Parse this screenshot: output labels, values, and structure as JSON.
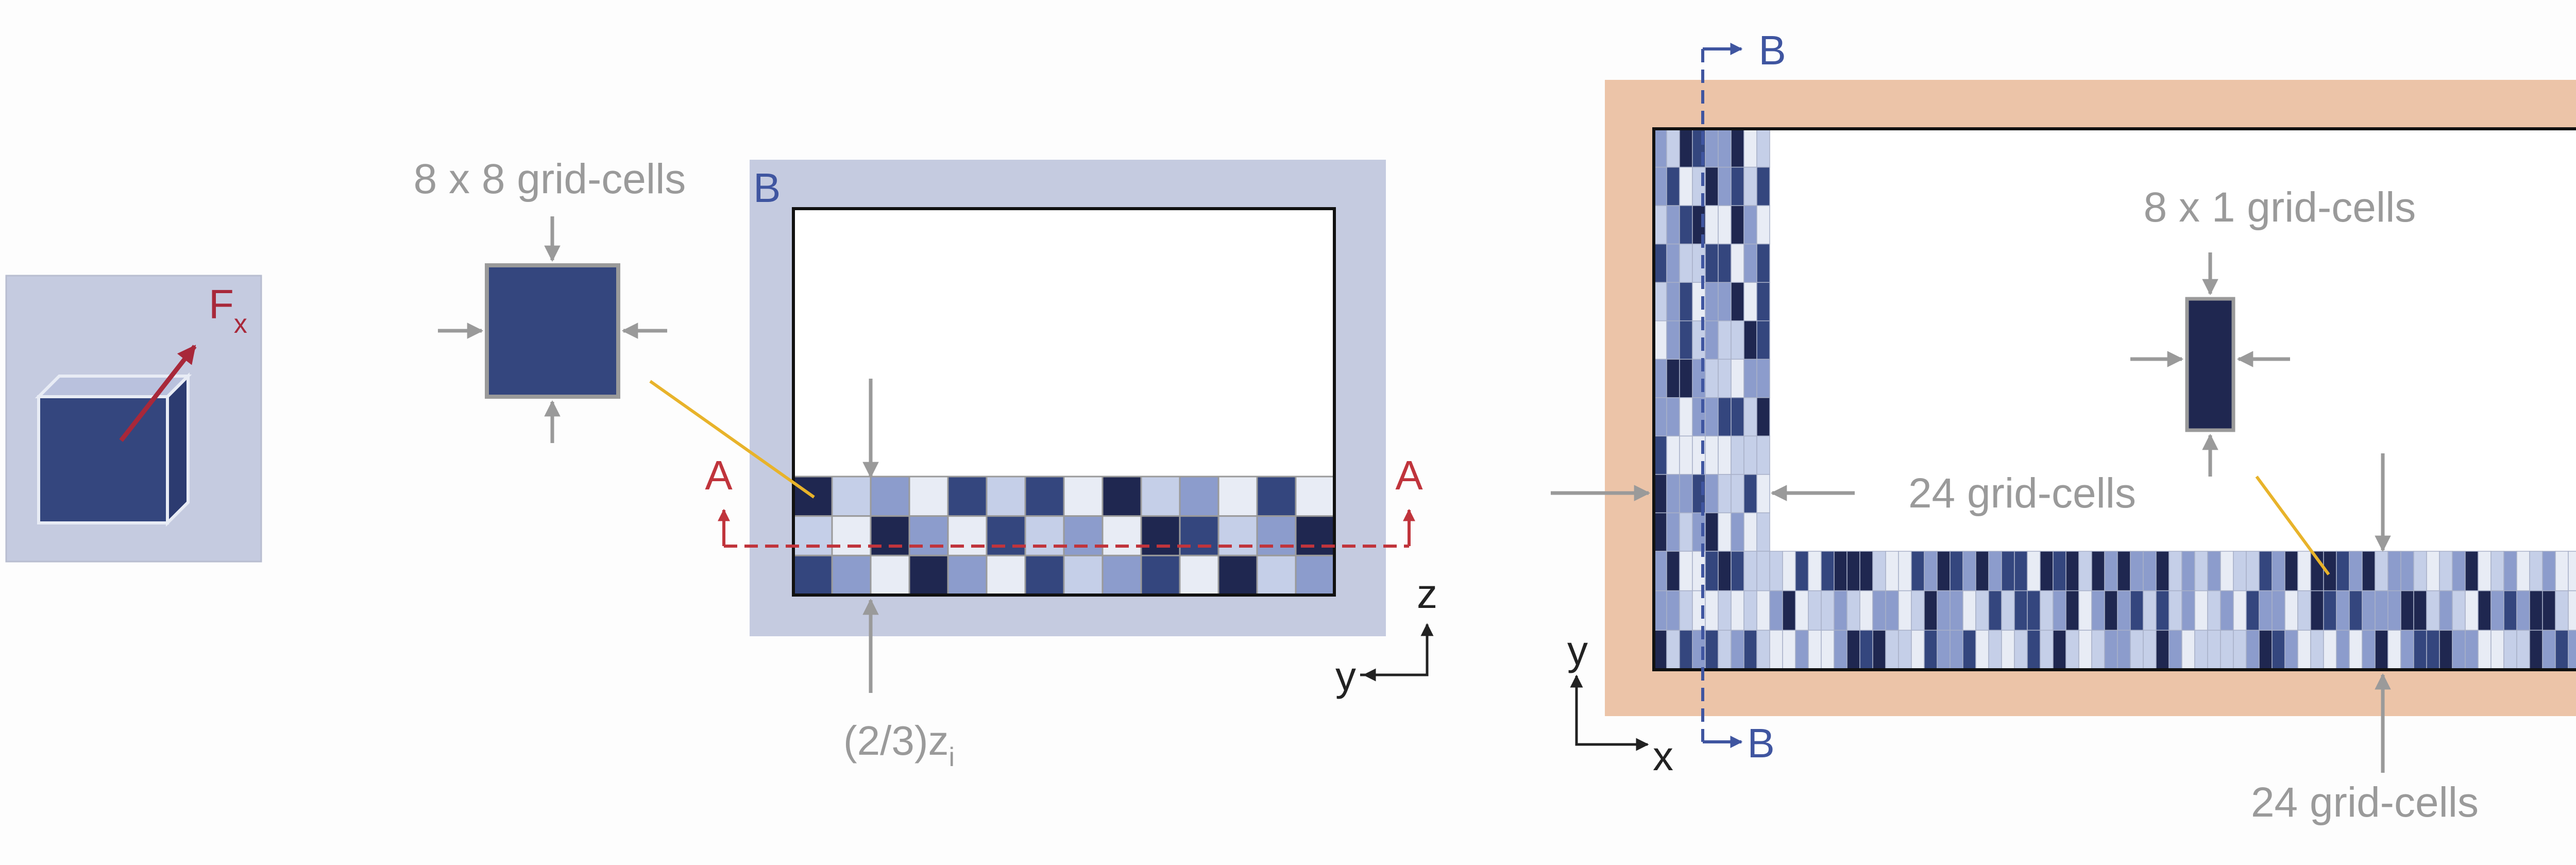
{
  "colors": {
    "panel_blue": "#c5cbe0",
    "panel_peach": "#ecc4a8",
    "cell_dark": "#1f2750",
    "cell_mid": "#34467e",
    "cell_light": "#8c9ccc",
    "cell_pale": "#c5cfe8",
    "cell_white": "#e8ecf5",
    "section_red": "#c0343c",
    "section_blue": "#3f55a0",
    "leader_yellow": "#e8b32a",
    "gray_text": "#9a9a9a"
  },
  "force": {
    "symbol": "F",
    "subscript": "x"
  },
  "panel_b": {
    "corner_label": "B",
    "cell_label": "8 x 8 grid-cells",
    "height_label_main": "(2/3)z",
    "height_label_sub": "i",
    "section_mark": "A",
    "axis_vertical": "z",
    "axis_horizontal": "y",
    "pattern": [
      [
        0,
        3,
        2,
        4,
        1,
        3,
        1,
        4,
        0,
        3,
        2,
        4,
        1,
        4
      ],
      [
        3,
        4,
        0,
        2,
        4,
        1,
        3,
        2,
        4,
        0,
        1,
        3,
        2,
        0
      ],
      [
        1,
        2,
        4,
        0,
        2,
        4,
        1,
        3,
        2,
        1,
        4,
        0,
        3,
        2
      ]
    ]
  },
  "panel_a": {
    "corner_label": "A",
    "cell_label": "8 x 1 grid-cells",
    "side_count_label": "24 grid-cells",
    "bottom_count_label": "24 grid-cells",
    "section_mark": "B",
    "axis_vertical": "y",
    "axis_horizontal": "x"
  }
}
